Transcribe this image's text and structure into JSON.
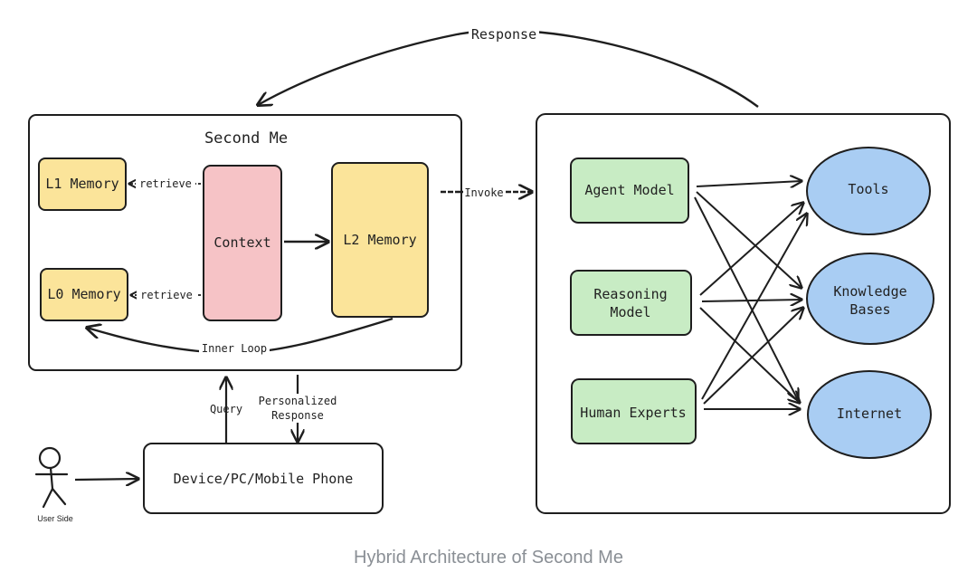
{
  "diagram": {
    "response_label": "Response",
    "second_me": {
      "title": "Second Me",
      "l1_memory": "L1 Memory",
      "l0_memory": "L0 Memory",
      "context": "Context",
      "l2_memory": "L2 Memory",
      "retrieve_top": "retrieve",
      "retrieve_bottom": "retrieve",
      "inner_loop": "Inner Loop"
    },
    "invoke_label": "Invoke",
    "models": {
      "agent_model": "Agent Model",
      "reasoning_model_line1": "Reasoning",
      "reasoning_model_line2": "Model",
      "human_experts": "Human Experts"
    },
    "resources": {
      "tools": "Tools",
      "knowledge_line1": "Knowledge",
      "knowledge_line2": "Bases",
      "internet": "Internet"
    },
    "query_label": "Query",
    "personalized_line1": "Personalized",
    "personalized_line2": "Response",
    "device": "Device/PC/Mobile Phone",
    "user_side": "User Side",
    "caption": "Hybrid Architecture of Second Me"
  },
  "colors": {
    "yellow": "#fbe49a",
    "pink": "#f6c3c6",
    "green": "#c8ecc4",
    "blue": "#a9cdf3",
    "stroke": "#1e1e1e"
  }
}
